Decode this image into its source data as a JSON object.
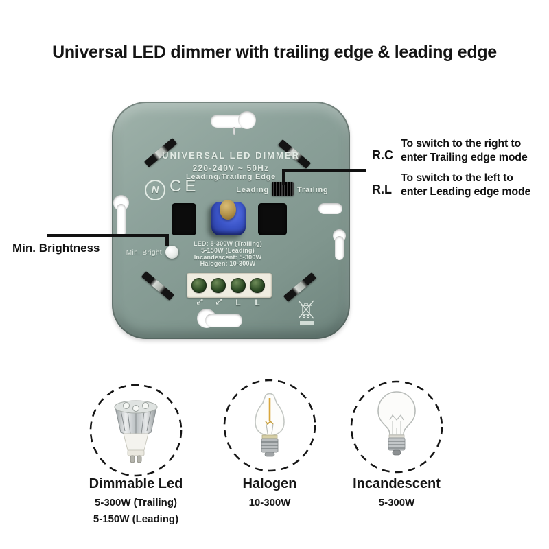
{
  "title": "Universal LED dimmer with trailing edge & leading edge",
  "device": {
    "name": "UNIVERSAL LED DIMMER",
    "voltage": "220-240V ~ 50Hz",
    "edge_modes": "Leading/Trailing Edge",
    "cert": {
      "n": "N",
      "ce": "CE"
    },
    "switch": {
      "left": "Leading",
      "right": "Trailing"
    },
    "min_bright_label": "Min. Bright",
    "ratings": [
      "LED: 5-300W (Trailing)",
      "5-150W (Leading)",
      "Incandescent: 5-300W",
      "Halogen: 10-300W"
    ],
    "terminal_labels": [
      "⤢",
      "⤢",
      "L",
      "L"
    ]
  },
  "annotations": {
    "min_brightness": "Min. Brightness",
    "rc": {
      "label": "R.C",
      "line1": "To switch to the right to",
      "line2": "enter Trailing edge mode"
    },
    "rl": {
      "label": "R.L",
      "line1": "To switch to the left to",
      "line2": "enter Leading edge mode"
    }
  },
  "compatibility": [
    {
      "name": "Dimmable Led",
      "specs": [
        "5-300W (Trailing)",
        "5-150W (Leading)"
      ]
    },
    {
      "name": "Halogen",
      "specs": [
        "10-300W"
      ]
    },
    {
      "name": "Incandescent",
      "specs": [
        "5-300W"
      ]
    }
  ],
  "colors": {
    "plate": "#8aa096",
    "knob_blue": "#3b55c8",
    "knob_brass": "#b3924a",
    "terminal_block": "#efece0",
    "annotation_line": "#111111"
  }
}
